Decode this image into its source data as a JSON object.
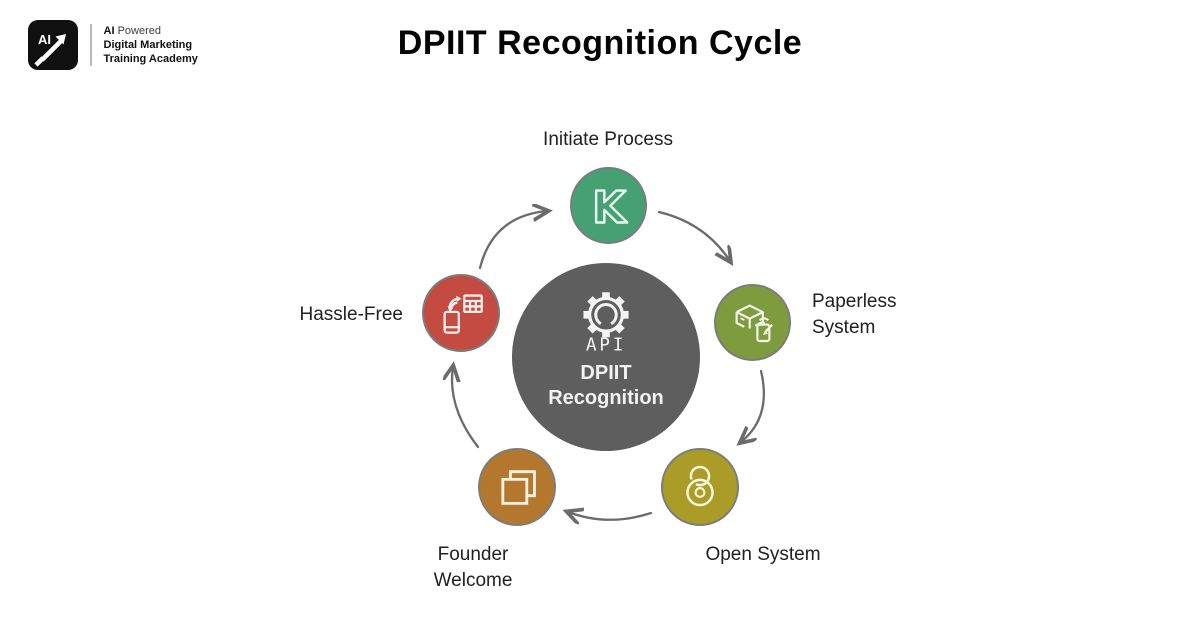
{
  "header": {
    "title": "DPIIT Recognition Cycle",
    "logo": {
      "badge_text": "AI",
      "tagline_bold": "AI",
      "tagline_rest": "Powered",
      "line2": "Digital Marketing",
      "line3": "Training Academy"
    }
  },
  "diagram": {
    "center": {
      "icon": "api-gear-icon",
      "icon_text": "API",
      "label": "DPIIT\nRecognition",
      "color": "#5e5e5e"
    },
    "nodes": {
      "initiate": {
        "label": "Initiate Process",
        "color": "#45a173",
        "icon": "k-mark-icon",
        "icon_letter": "K"
      },
      "paperless": {
        "label": "Paperless\nSystem",
        "color": "#7e9c3e",
        "icon": "package-and-note-icon"
      },
      "open": {
        "label": "Open System",
        "color": "#ab9c28",
        "icon": "open-padlock-icon"
      },
      "founder": {
        "label": "Founder\nWelcome",
        "color": "#b3772e",
        "icon": "overlapping-squares-icon"
      },
      "hassle": {
        "label": "Hassle-Free",
        "color": "#c44b41",
        "icon": "phone-table-sync-icon"
      }
    },
    "arrow_color": "#6b6b6b"
  }
}
